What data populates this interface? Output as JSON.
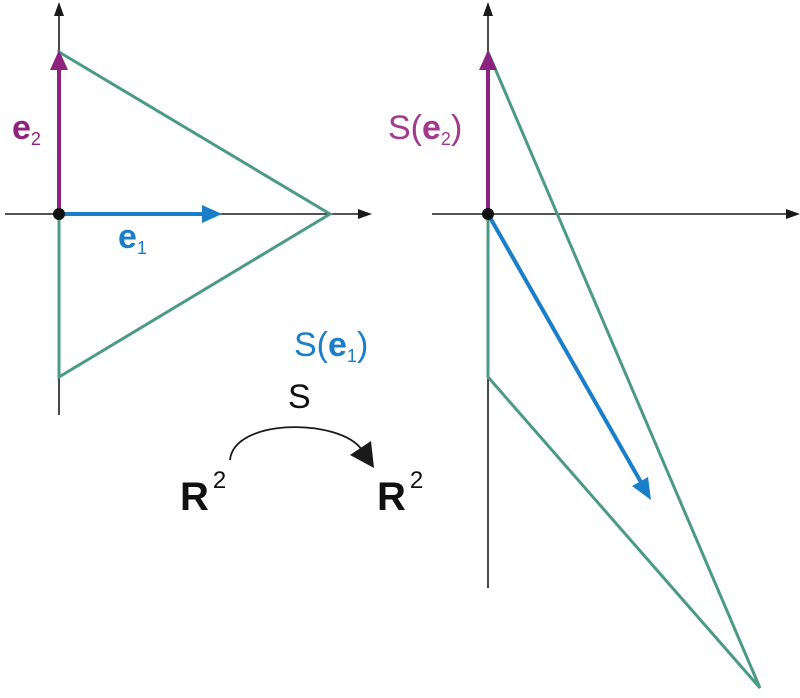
{
  "colors": {
    "axis": "#1a1a1a",
    "triangle": "#4a9a86",
    "e1": "#1a7fc8",
    "e2": "#8e237f",
    "s_e2": "#a23a8e",
    "origin": "#111111",
    "text": "#111111"
  },
  "left_panel": {
    "e2_label": {
      "letter": "e",
      "sub": "2"
    },
    "e1_label": {
      "letter": "e",
      "sub": "1"
    }
  },
  "right_panel": {
    "s_e2_label": {
      "prefix": "S(",
      "letter": "e",
      "sub": "2",
      "suffix": ")"
    },
    "s_e1_label": {
      "prefix": "S(",
      "letter": "e",
      "sub": "1",
      "suffix": ")"
    }
  },
  "mapping": {
    "map_name": "S",
    "domain": {
      "symbol": "R",
      "sup": "2"
    },
    "codomain": {
      "symbol": "R",
      "sup": "2"
    }
  }
}
